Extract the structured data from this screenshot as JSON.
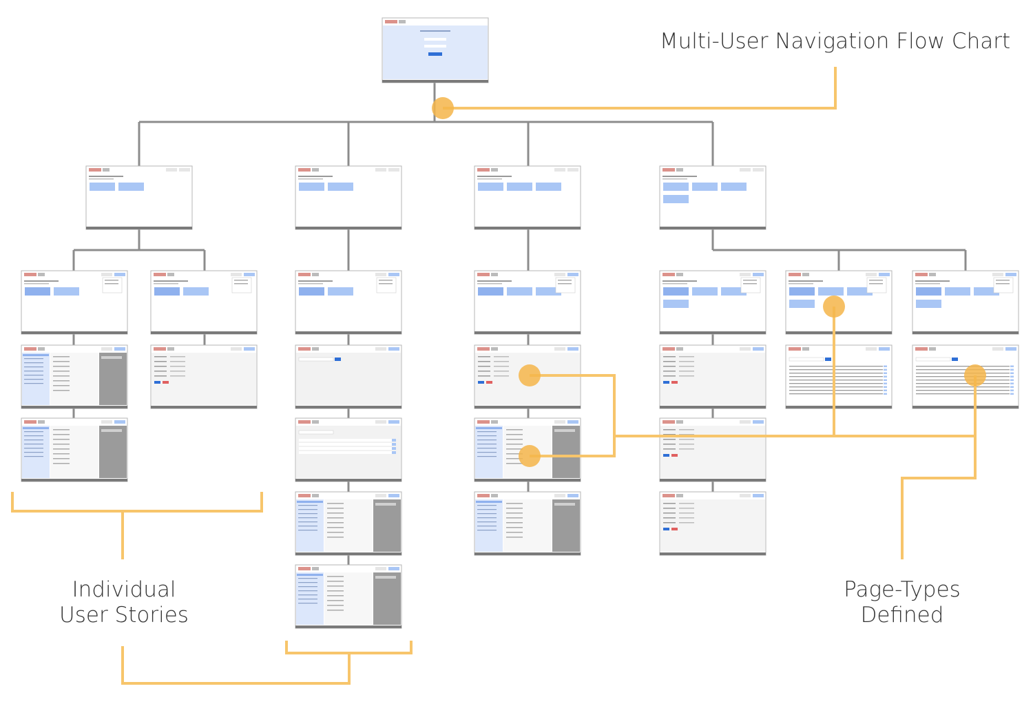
{
  "title": "Multi-User Navigation Flow Chart",
  "labels": {
    "individual_user_stories": [
      "Individual",
      "User Stories"
    ],
    "page_types_defined": [
      "Page-Types",
      "Defined"
    ]
  },
  "colors": {
    "connector": "#8c8c8c",
    "highlight": "#f7c56b",
    "highlight_dot": "#f5b54a",
    "screen_header": "#dfe9fb",
    "screen_button": "#a9c6f5",
    "screen_footer": "#7a7a7a",
    "sidebar": "#dce7fb",
    "panel": "#9b9b9b"
  },
  "nodes": [
    {
      "id": "login",
      "type": "login"
    },
    {
      "id": "home-a",
      "type": "home"
    },
    {
      "id": "home-b",
      "type": "home"
    },
    {
      "id": "home-c",
      "type": "home"
    },
    {
      "id": "home-d",
      "type": "home"
    },
    {
      "id": "a1",
      "type": "menu"
    },
    {
      "id": "a2",
      "type": "menu"
    },
    {
      "id": "a3",
      "type": "split"
    },
    {
      "id": "a4",
      "type": "form"
    },
    {
      "id": "a5",
      "type": "split"
    },
    {
      "id": "b1",
      "type": "menu"
    },
    {
      "id": "b2",
      "type": "search"
    },
    {
      "id": "b3",
      "type": "list"
    },
    {
      "id": "b4",
      "type": "split"
    },
    {
      "id": "b5",
      "type": "split"
    },
    {
      "id": "c1",
      "type": "menu"
    },
    {
      "id": "c2",
      "type": "form"
    },
    {
      "id": "c3",
      "type": "split"
    },
    {
      "id": "c4",
      "type": "split"
    },
    {
      "id": "d1",
      "type": "menu"
    },
    {
      "id": "d2",
      "type": "menu"
    },
    {
      "id": "d3",
      "type": "menu"
    },
    {
      "id": "d4",
      "type": "form"
    },
    {
      "id": "d5",
      "type": "table"
    },
    {
      "id": "d6",
      "type": "table"
    },
    {
      "id": "d7",
      "type": "form"
    },
    {
      "id": "d8",
      "type": "form"
    }
  ]
}
